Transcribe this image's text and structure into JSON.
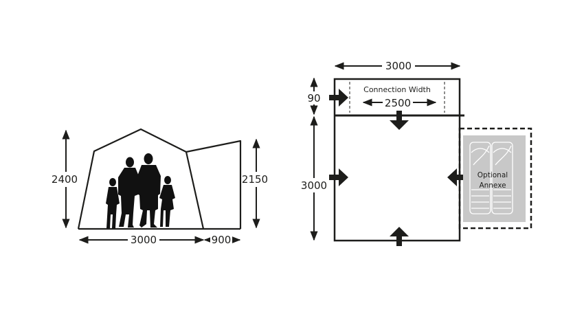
{
  "side_view": {
    "height_main": "2400",
    "height_annexe": "2150",
    "width_main": "3000",
    "width_annexe": "900"
  },
  "plan_view": {
    "top_width": "3000",
    "connection_depth": "90",
    "connection_label": "Connection Width",
    "connection_width": "2500",
    "depth": "3000",
    "annexe_label_line1": "Optional",
    "annexe_label_line2": "Annexe"
  },
  "colors": {
    "line": "#1d1d1b",
    "annexe_fill": "#c8c8c8",
    "silhouette": "#111111"
  }
}
